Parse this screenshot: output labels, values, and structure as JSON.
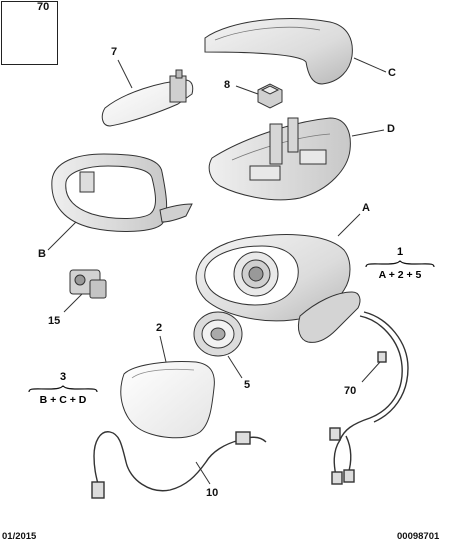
{
  "callouts": {
    "A": "A",
    "B": "B",
    "C": "C",
    "D": "D",
    "p2": "2",
    "p5": "5",
    "p7": "7",
    "p8": "8",
    "p10": "10",
    "p15": "15",
    "p70": "70",
    "inset_70": "70"
  },
  "groups": {
    "g1": {
      "number": "1",
      "formula": "A + 2 + 5"
    },
    "g3": {
      "number": "3",
      "formula": "B + C + D"
    }
  },
  "footer": {
    "date": "01/2015",
    "ref": "00098701"
  }
}
